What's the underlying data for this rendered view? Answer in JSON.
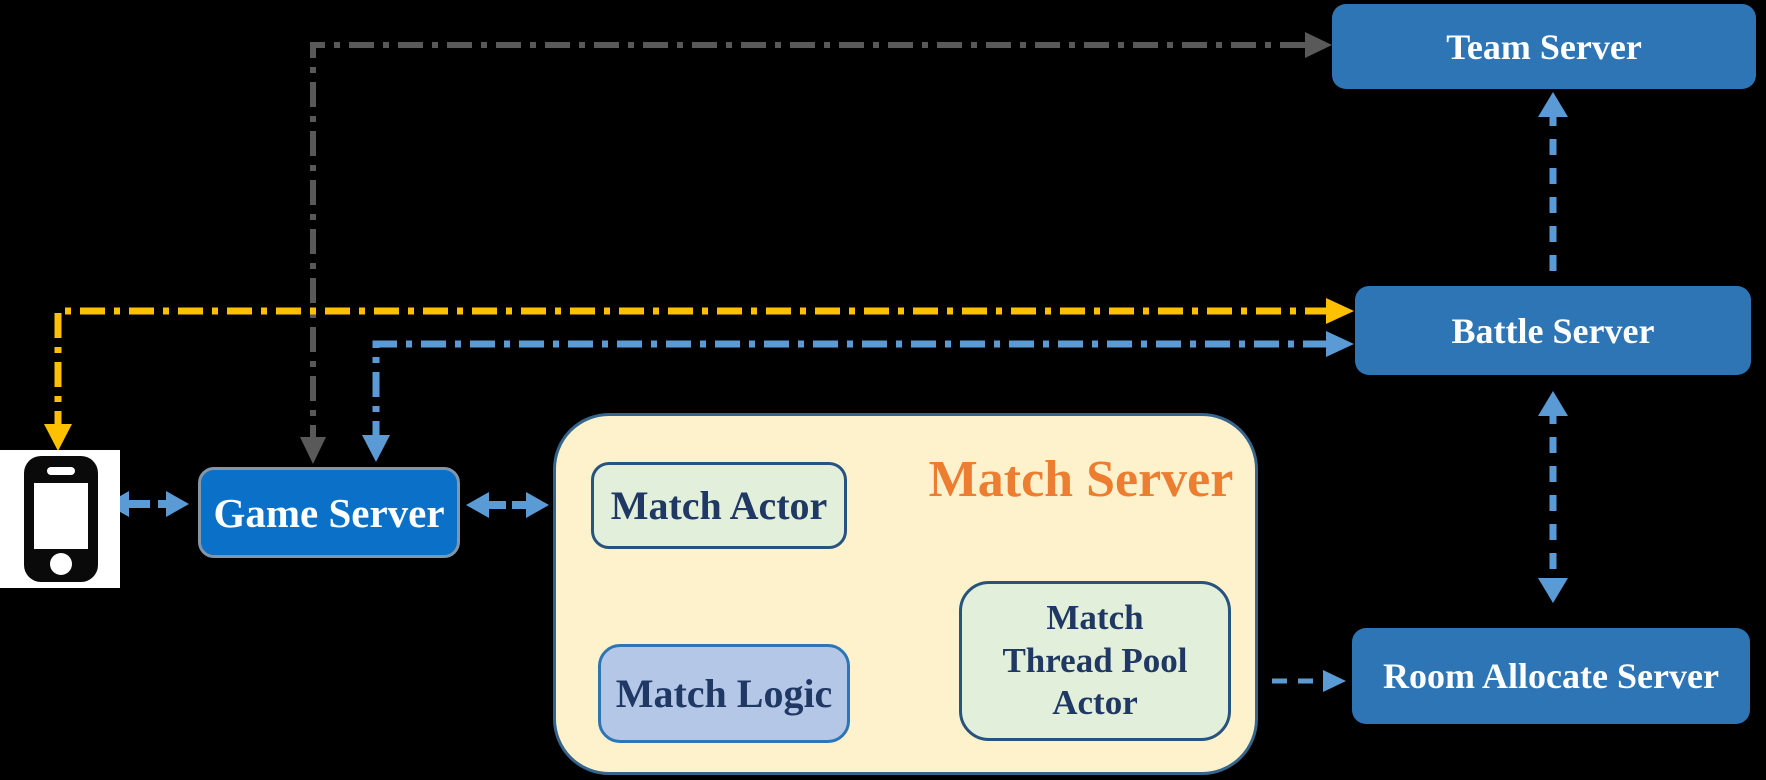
{
  "diagram": {
    "background": "#000000",
    "nodes": {
      "team_server": {
        "label": "Team Server"
      },
      "battle_server": {
        "label": "Battle Server"
      },
      "room_allocate_server": {
        "label": "Room Allocate Server"
      },
      "game_server": {
        "label": "Game Server"
      },
      "client_phone": {
        "icon": "smartphone-icon"
      },
      "match_server_group": {
        "title": "Match Server"
      },
      "match_actor": {
        "label": "Match Actor"
      },
      "match_logic": {
        "label": "Match Logic"
      },
      "match_thread_pool_actor": {
        "label": "Match Thread Pool Actor",
        "lines": [
          "Match",
          "Thread Pool",
          "Actor"
        ]
      }
    },
    "colors": {
      "server_box": "#2E75B6",
      "game_server_box": "#0B70C7",
      "arrow_blue": "#5B9BD5",
      "arrow_yellow": "#FFC000",
      "arrow_gray": "#595959",
      "group_fill": "#FDF2CC",
      "group_border": "#35648D",
      "actor_fill": "#E2EFDA",
      "logic_fill": "#B4C7E7",
      "inner_text": "#1F3864",
      "title_orange": "#ED7D31"
    },
    "edges": [
      {
        "from": "client_phone",
        "to": "battle_server",
        "color": "#FFC000",
        "pattern": "dash-dot",
        "arrows": "both"
      },
      {
        "from": "game_server",
        "to": "team_server",
        "color": "#595959",
        "pattern": "dash-dot",
        "arrows": "both"
      },
      {
        "from": "game_server",
        "to": "battle_server",
        "color": "#5B9BD5",
        "pattern": "dash-dot",
        "arrows": "both"
      },
      {
        "from": "client_phone",
        "to": "game_server",
        "color": "#5B9BD5",
        "pattern": "dashed",
        "arrows": "both"
      },
      {
        "from": "game_server",
        "to": "match_server_group",
        "color": "#5B9BD5",
        "pattern": "dashed",
        "arrows": "both"
      },
      {
        "from": "battle_server",
        "to": "team_server",
        "color": "#5B9BD5",
        "pattern": "dashed",
        "arrows": "to"
      },
      {
        "from": "battle_server",
        "to": "room_allocate_server",
        "color": "#5B9BD5",
        "pattern": "dashed",
        "arrows": "both"
      },
      {
        "from": "match_actor",
        "to": "match_logic",
        "color": "#5B9BD5",
        "pattern": "dashed",
        "arrows": "to"
      },
      {
        "from": "match_logic",
        "to": "match_thread_pool_actor",
        "color": "#5B9BD5",
        "pattern": "dashed",
        "arrows": "to"
      },
      {
        "from": "match_server_group",
        "to": "room_allocate_server",
        "color": "#5B9BD5",
        "pattern": "dashed",
        "arrows": "to"
      }
    ]
  }
}
